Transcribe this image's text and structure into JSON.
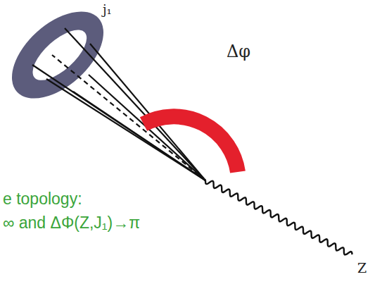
{
  "diagram": {
    "labels": [
      "j₁",
      "Δφ",
      "e topology:",
      "∞ and ΔΦ(Z,J₁)→π",
      "Z"
    ]
  }
}
